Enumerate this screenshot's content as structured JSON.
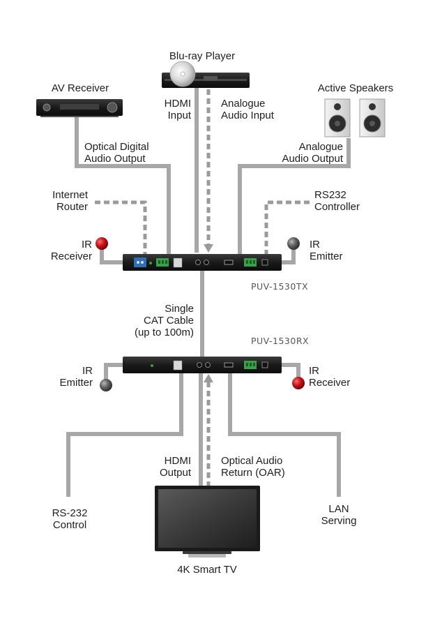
{
  "devices": {
    "bluray": "Blu-ray Player",
    "av_receiver": "AV Receiver",
    "active_speakers": "Active Speakers",
    "tv": "4K Smart TV",
    "tx_model": "PUV-1530TX",
    "rx_model": "PUV-1530RX"
  },
  "connections": {
    "hdmi_input": "HDMI\nInput",
    "analogue_audio_input": "Analogue\nAudio Input",
    "optical_digital_audio_output": "Optical Digital\nAudio Output",
    "analogue_audio_output": "Analogue\nAudio Output",
    "internet_router": "Internet\nRouter",
    "rs232_controller": "RS232\nController",
    "tx_ir_receiver": "IR\nReceiver",
    "tx_ir_emitter": "IR\nEmitter",
    "single_cat_cable": "Single\nCAT Cable\n(up to 100m)",
    "rx_ir_emitter": "IR\nEmitter",
    "rx_ir_receiver": "IR\nReceiver",
    "hdmi_output": "HDMI\nOutput",
    "optical_audio_return": "Optical Audio\nReturn (OAR)",
    "rs232_control": "RS-232\nControl",
    "lan_serving": "LAN\nServing"
  },
  "colors": {
    "cable": "#a7a7a7",
    "dashed": "#9a9a9a",
    "ir_receiver": "#c4141c",
    "ir_emitter": "#5f5f5f",
    "port_blue": "#2f6fb6",
    "port_green": "#3aa04a",
    "device_body": "#222222"
  }
}
